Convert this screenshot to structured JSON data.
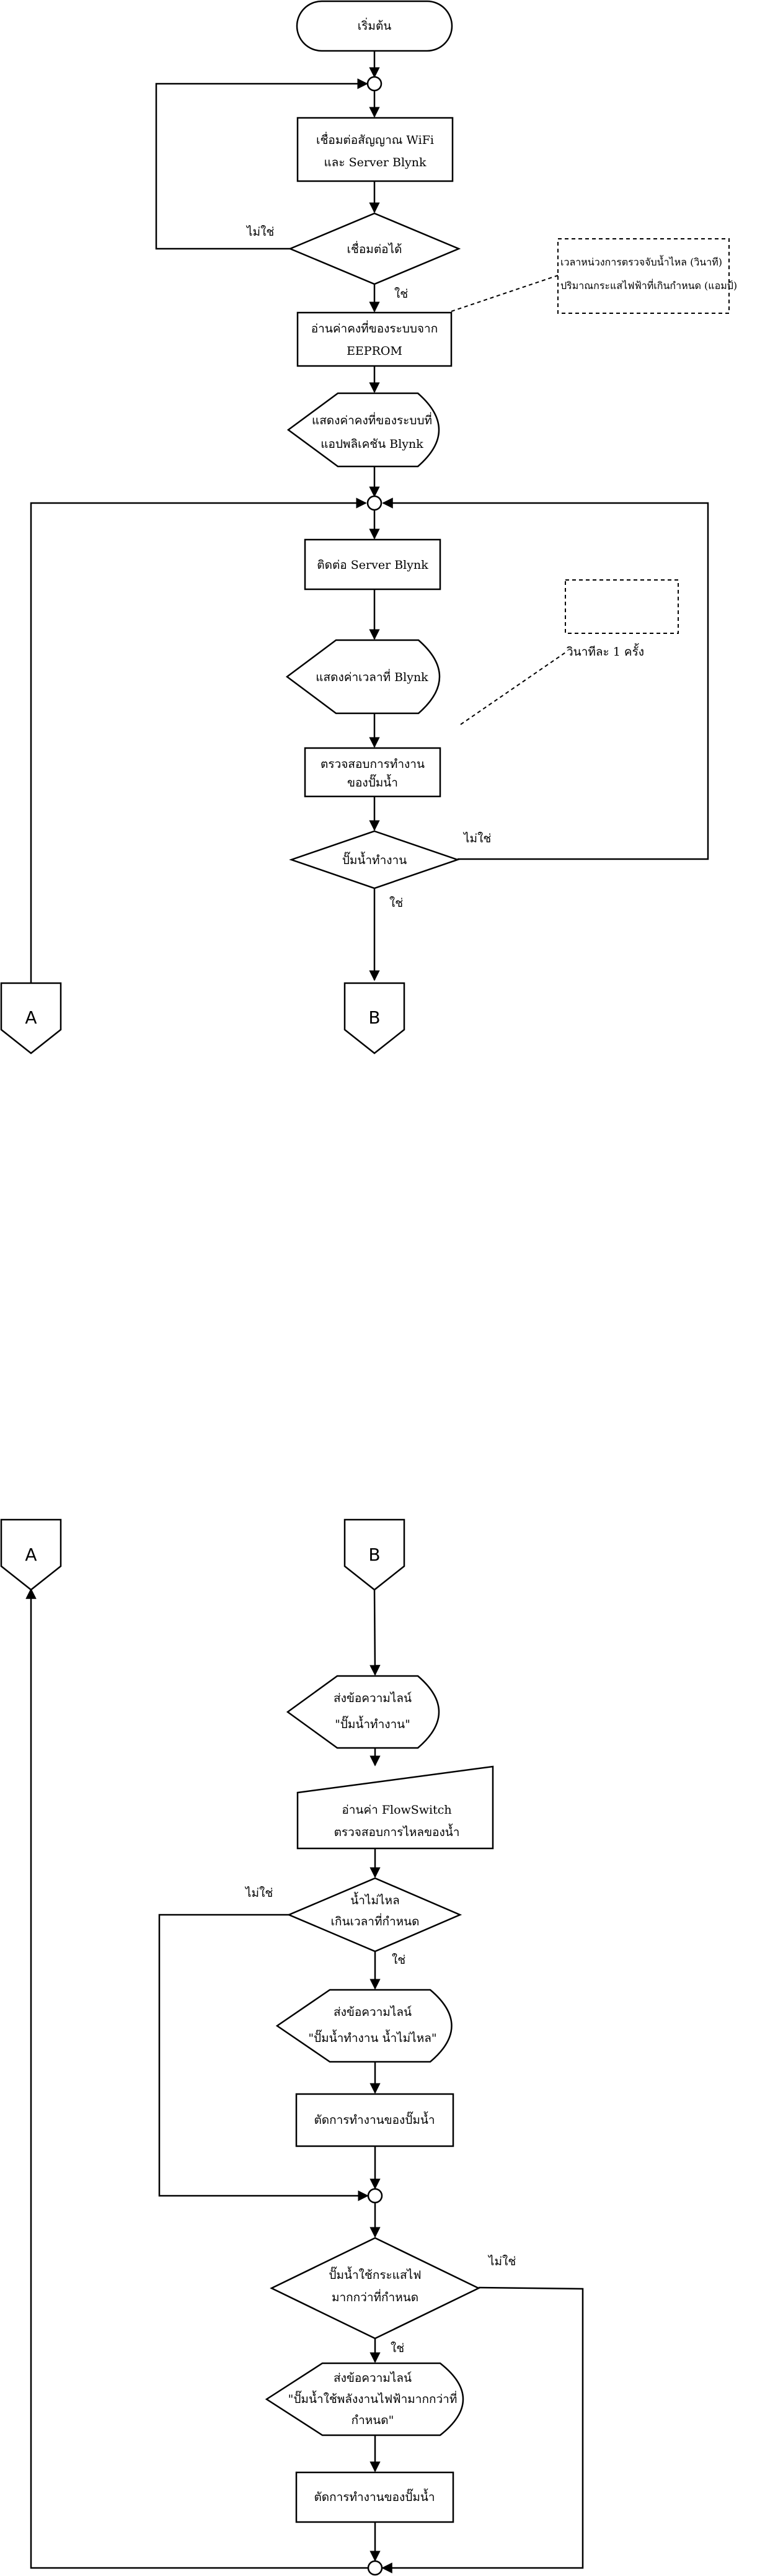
{
  "nodes": {
    "start": "เริ่มต้น",
    "connect_1": "เชื่อมต่อสัญญาณ WiFi",
    "connect_2": "และ Server Blynk",
    "connected_q": "เชื่อมต่อได้",
    "read_1": "อ่านค่าคงที่ของระบบจาก",
    "read_2": "EEPROM",
    "show_const_1": "แสดงค่าคงที่ของระบบที่",
    "show_const_2": "แอปพลิเคชัน Blynk",
    "contact_server": "ติดต่อ Server Blynk",
    "show_time": "แสดงค่าเวลาที่ Blynk",
    "check_pump_1": "ตรวจสอบการทำงาน",
    "check_pump_2": "ของปั๊มน้ำ",
    "pump_q": "ปั๊มน้ำทำงาน",
    "connector_a": "A",
    "connector_b": "B",
    "send_line1_1": "ส่งข้อความไลน์",
    "send_line1_2": "\"ปั๊มน้ำทำงาน\"",
    "read_flow_1": "อ่านค่า FlowSwitch",
    "read_flow_2": "ตรวจสอบการไหลของน้ำ",
    "noflow_q_1": "น้ำไม่ไหล",
    "noflow_q_2": "เกินเวลาที่กำหนด",
    "send_line2_1": "ส่งข้อความไลน์",
    "send_line2_2": "\"ปั๊มน้ำทำงาน น้ำไม่ไหล\"",
    "stop_pump": "ตัดการทำงานของปั๊มน้ำ",
    "overcurrent_q_1": "ปั๊มน้ำใช้กระแสไฟ",
    "overcurrent_q_2": "มากกว่าที่กำหนด",
    "send_line3_1": "ส่งข้อความไลน์",
    "send_line3_2": "\"ปั๊มน้ำใช้พลังงานไฟฟ้ามากกว่าที่",
    "send_line3_3": "กำหนด\""
  },
  "labels": {
    "yes": "ใช่",
    "no": "ไม่ใช่"
  },
  "notes": {
    "eeprom_1": "เวลาหน่วงการตรวจจับน้ำไหล (วินาที)",
    "eeprom_2": "ปริมาณกระแสไฟฟ้าที่เกินกำหนด (แอมป์)",
    "time": "วินาทีละ 1 ครั้ง"
  }
}
